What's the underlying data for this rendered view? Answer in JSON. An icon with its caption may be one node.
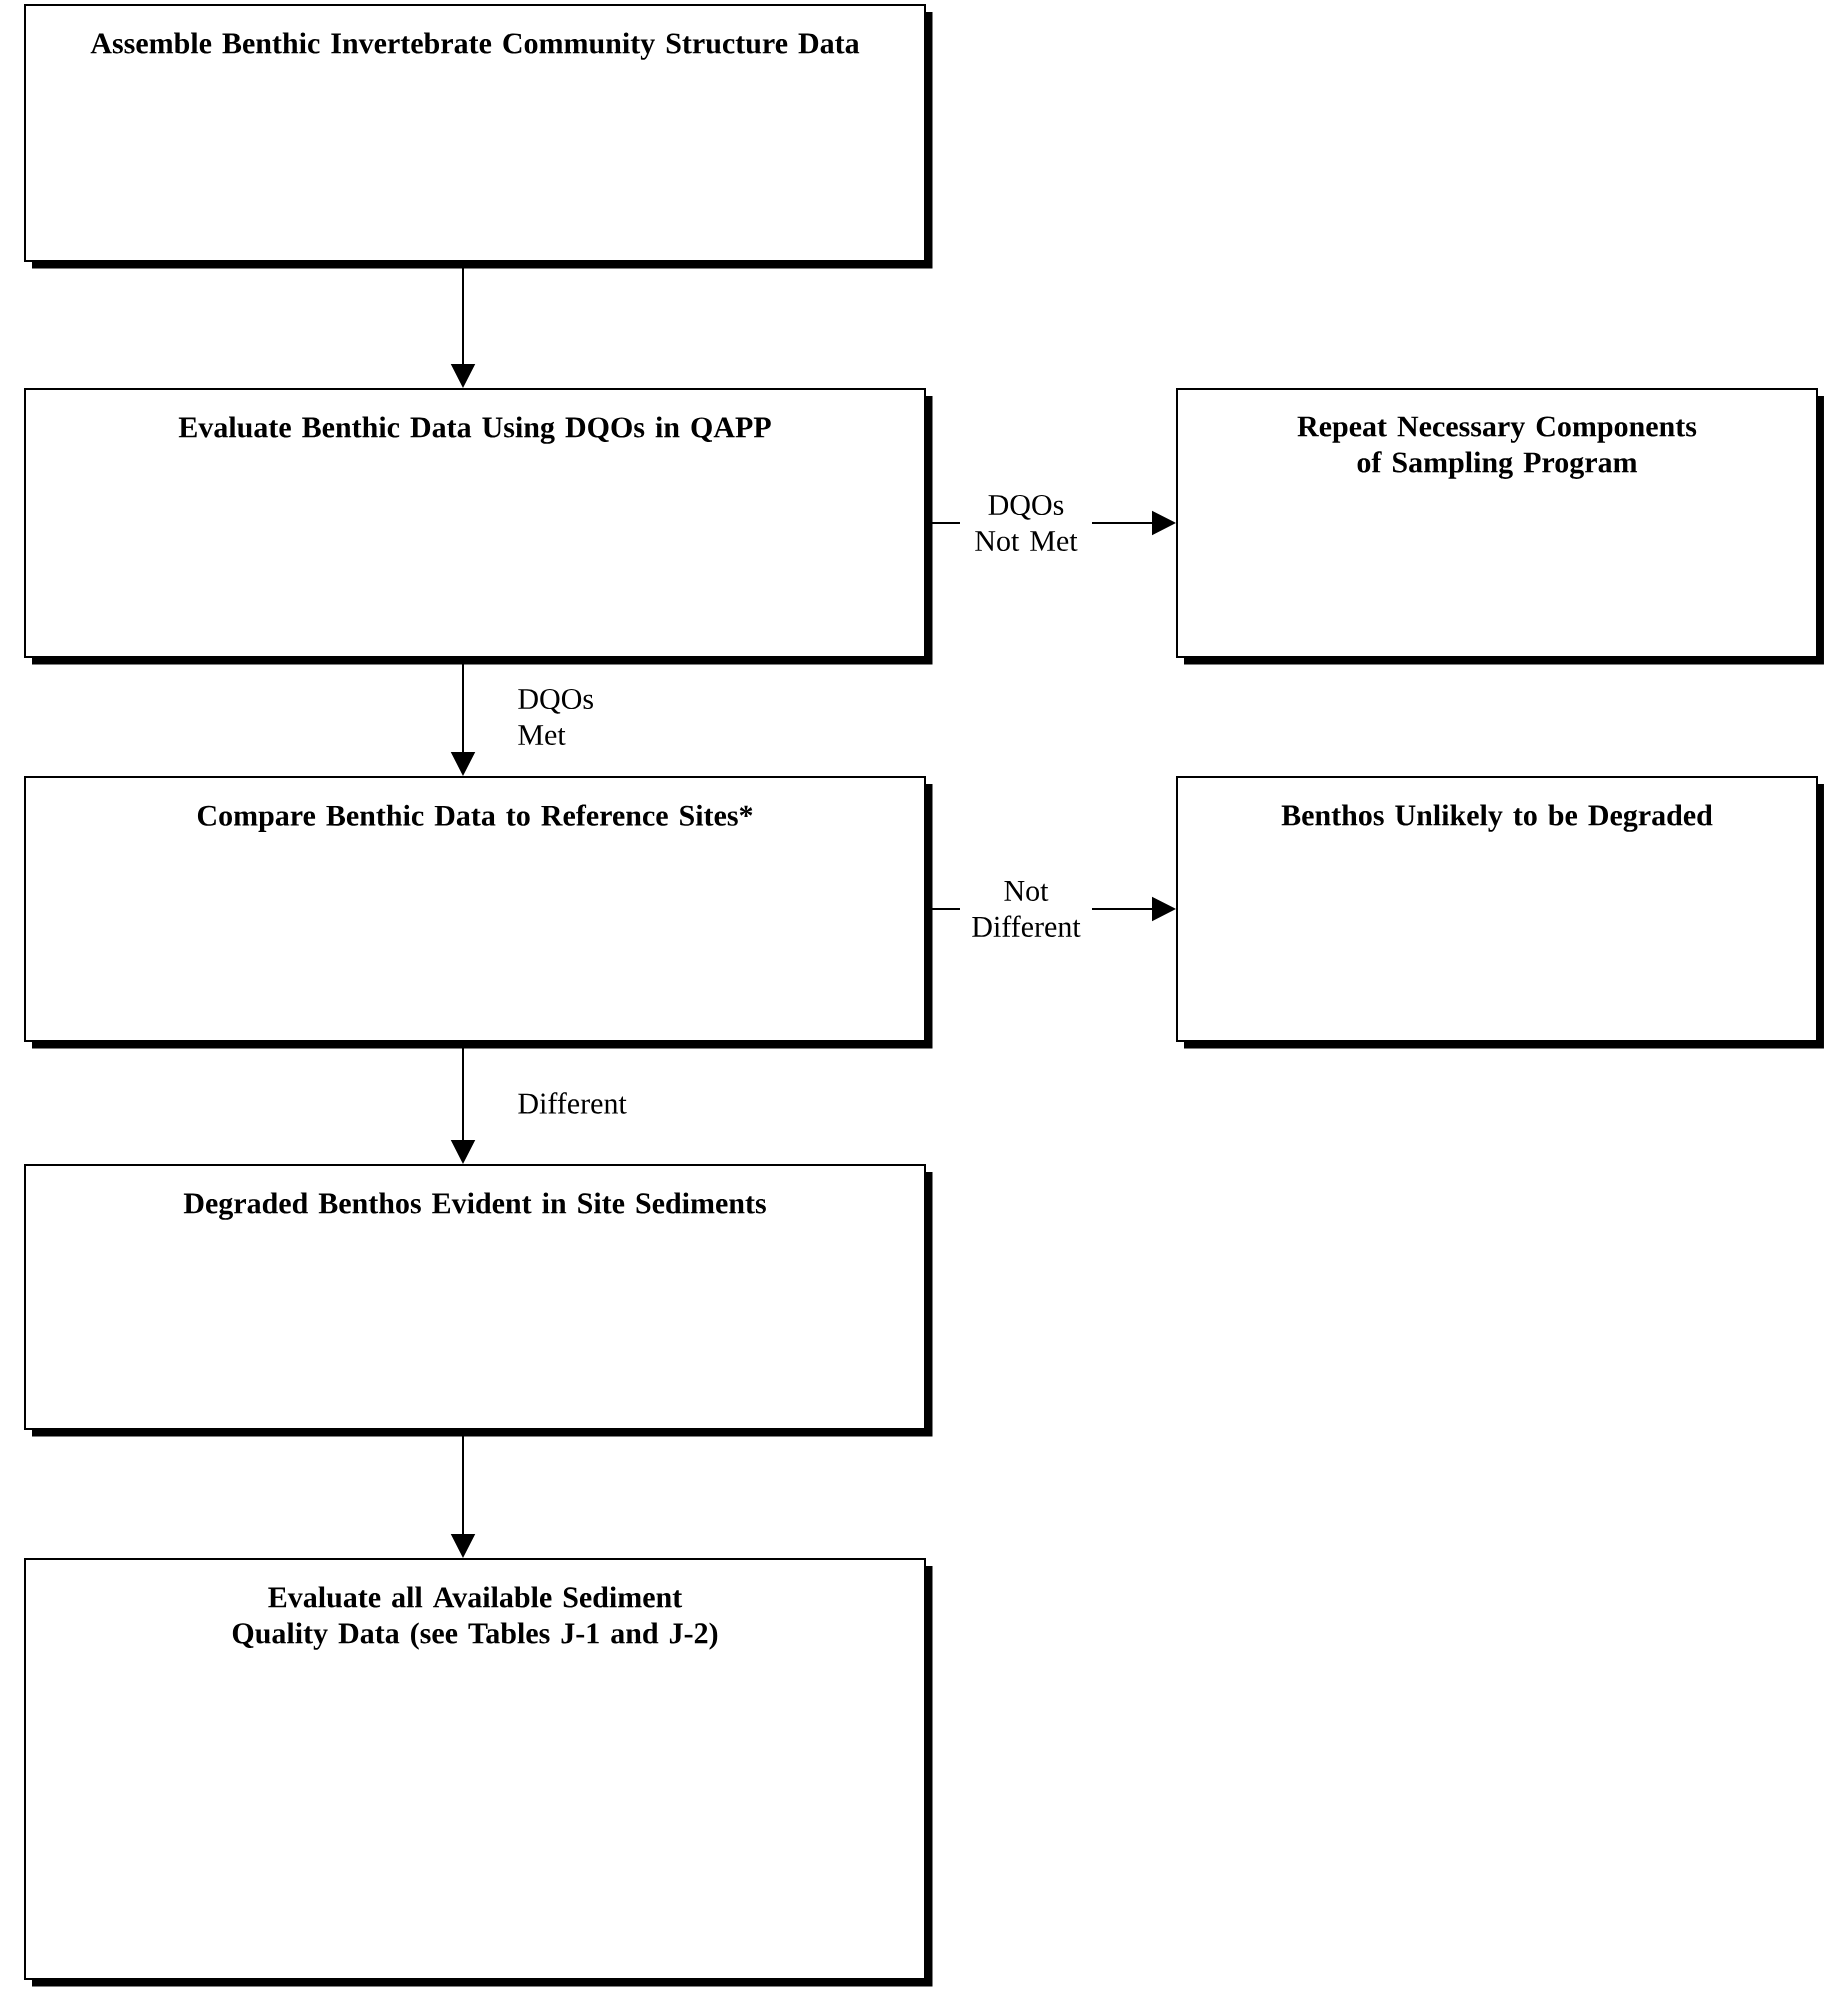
{
  "diagram": {
    "nodes": [
      {
        "text": [
          "Assemble Benthic Invertebrate Community Structure Data"
        ]
      },
      {
        "text": [
          "Evaluate Benthic Data Using DQOs in QAPP"
        ]
      },
      {
        "text": [
          "Repeat Necessary Components of Sampling Program"
        ]
      },
      {
        "text": [
          "Compare Benthic Data to Reference Sites*"
        ]
      },
      {
        "text": [
          "Benthos Unlikely to be Degraded"
        ]
      },
      {
        "text": [
          "Degraded Benthos Evident in Site Sediments"
        ]
      },
      {
        "text": [
          "Evaluate all Available Sediment Quality  Data (see Tables J-1 and J-2)"
        ]
      }
    ],
    "edges": [
      {
        "from": 0,
        "to": 1,
        "arrow": "to"
      },
      {
        "from": 1,
        "to": 2,
        "arrow": "to",
        "label": "DQOs Not Met"
      },
      {
        "from": 1,
        "to": 3,
        "arrow": "to",
        "label": "DQOs Met"
      },
      {
        "from": 3,
        "to": 4,
        "arrow": "to",
        "label": "Not Different"
      },
      {
        "from": 3,
        "to": 5,
        "arrow": "to",
        "label": "Different"
      },
      {
        "from": 5,
        "to": 6,
        "arrow": "to"
      }
    ]
  }
}
